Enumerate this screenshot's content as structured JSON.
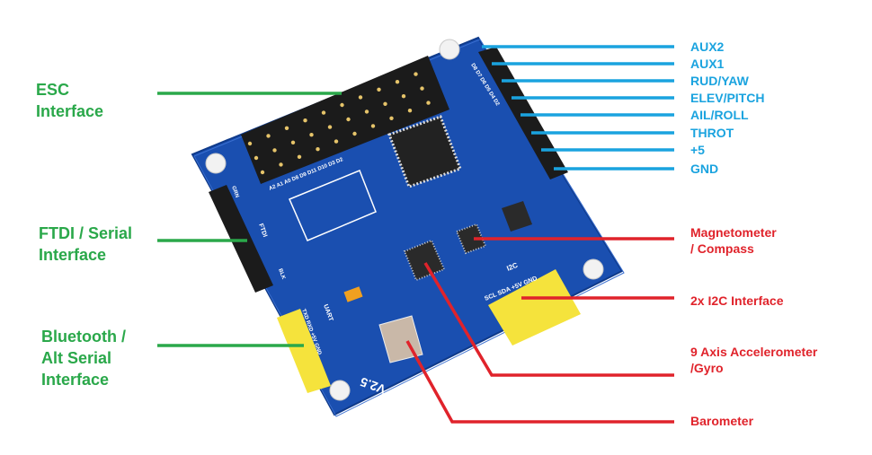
{
  "colors": {
    "esc_side": "#2aa84a",
    "rx_side": "#1aa3df",
    "sensors": "#e0232b",
    "board": "#1a4fb0"
  },
  "left_labels": [
    {
      "line1": "ESC",
      "line2": "Interface"
    },
    {
      "line1": "FTDI / Serial",
      "line2": "Interface"
    },
    {
      "line1": "Bluetooth /",
      "line2": "Alt Serial",
      "line3": "Interface"
    }
  ],
  "rx_pins": [
    "AUX2",
    "AUX1",
    "RUD/YAW",
    "ELEV/PITCH",
    "AIL/ROLL",
    "THROT",
    "+5",
    "GND"
  ],
  "sensor_labels": [
    {
      "line1": "Magnetometer",
      "line2": "/ Compass"
    },
    {
      "line1": "2x I2C Interface"
    },
    {
      "line1": "9 Axis Accelerometer",
      "line2": "/Gyro"
    },
    {
      "line1": "Barometer"
    }
  ],
  "board": {
    "version": "V2.5",
    "i2c": "I2C",
    "i2c_pins": "SCL SDA +5V GND",
    "uart": "UART",
    "uart_pins": "TXD RXD +5V GND",
    "ftdi": "FTDI",
    "grn": "GRN",
    "blk": "BLK",
    "esc_pins": "A2 A1 A0 D8 D9 D11 D10 D3 D2",
    "rx_pin_marks": "D8 D7 D6 D5 D4 D2"
  }
}
